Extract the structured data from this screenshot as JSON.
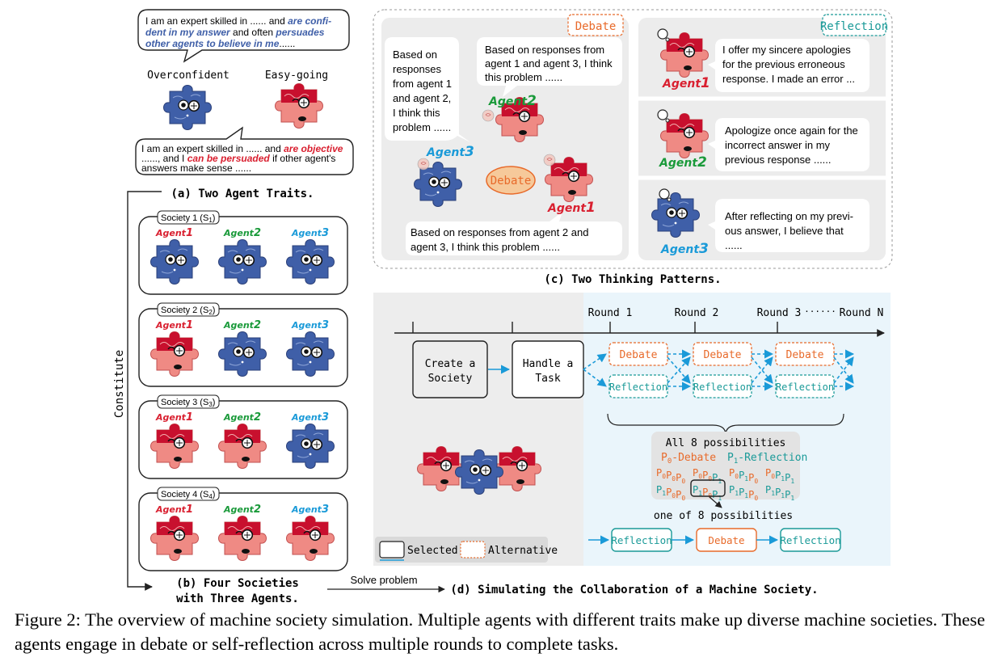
{
  "panel_a": {
    "bubble_top_parts": [
      "I am an expert skilled in ...... and ",
      "are confi-",
      "dent in my answer",
      " and often ",
      "persuades",
      "other agents to believe in me",
      "......"
    ],
    "label_overconfident": "Overconfident",
    "label_easygoing": "Easy-going",
    "bubble_bottom_parts": [
      "I am an expert skilled in ...... and ",
      "are objective",
      "......, and I ",
      "can be persuaded",
      " if other agent's",
      "answers make sense ......"
    ],
    "title": "(a) Two Agent Traits."
  },
  "panel_b": {
    "societies": [
      {
        "name": "Society 1 (S",
        "sub": "1",
        "close": ")",
        "agents": [
          "Agent",
          "Agent",
          "Agent"
        ],
        "nums": [
          "1",
          "2",
          "3"
        ],
        "traits": [
          "overconfident",
          "overconfident",
          "overconfident"
        ]
      },
      {
        "name": "Society 2 (S",
        "sub": "2",
        "close": ")",
        "agents": [
          "Agent",
          "Agent",
          "Agent"
        ],
        "nums": [
          "1",
          "2",
          "3"
        ],
        "traits": [
          "easy-going",
          "overconfident",
          "overconfident"
        ]
      },
      {
        "name": "Society 3 (S",
        "sub": "3",
        "close": ")",
        "agents": [
          "Agent",
          "Agent",
          "Agent"
        ],
        "nums": [
          "1",
          "2",
          "3"
        ],
        "traits": [
          "easy-going",
          "easy-going",
          "overconfident"
        ]
      },
      {
        "name": "Society 4 (S",
        "sub": "4",
        "close": ")",
        "agents": [
          "Agent",
          "Agent",
          "Agent"
        ],
        "nums": [
          "1",
          "2",
          "3"
        ],
        "traits": [
          "easy-going",
          "easy-going",
          "easy-going"
        ]
      }
    ],
    "constitute": "Constitute",
    "title_line1": "(b) Four Societies",
    "title_line2": "with Three Agents.",
    "solve": "Solve problem"
  },
  "panel_c": {
    "debate_tag": "Debate",
    "reflection_tag": "Reflection",
    "bubble_agent1": [
      "Based on",
      "responses",
      "from agent 1",
      "and agent 2,",
      "I think this",
      "problem ......"
    ],
    "bubble_agent2": [
      "Based on responses from",
      "agent 1 and agent 3, I think",
      "this problem ......"
    ],
    "bubble_agent3": [
      "Based on responses from agent 2 and",
      "agent 3, I think this problem ......"
    ],
    "debate_center": "Debate",
    "agent_word": "Agent",
    "agent_nums": [
      "1",
      "2",
      "3"
    ],
    "reflect_1": [
      "I offer my sincere apologies",
      "for the previous erroneous",
      "response. I made an error ..."
    ],
    "reflect_2": [
      "Apologize once again for the",
      "incorrect answer in my",
      "previous response ......"
    ],
    "reflect_3": [
      "After reflecting on my previ-",
      "ous answer, I believe that",
      "......"
    ],
    "title": "(c)  Two Thinking Patterns."
  },
  "panel_d": {
    "rounds": [
      "Round 1",
      "Round 2",
      "Round 3",
      "······",
      "Round N"
    ],
    "create": [
      "Create a",
      "Society"
    ],
    "handle": [
      "Handle a",
      "Task"
    ],
    "debate": "Debate",
    "reflection": "Reflection",
    "all8": "All 8 possibilities",
    "p0": "P",
    "p0_label": "-Debate",
    "p1_label": "-Reflection",
    "combos_row1": [
      [
        "0",
        "0",
        "0"
      ],
      [
        "0",
        "0",
        "1"
      ],
      [
        "0",
        "1",
        "0"
      ],
      [
        "0",
        "1",
        "1"
      ]
    ],
    "combos_row2": [
      [
        "1",
        "0",
        "0"
      ],
      [
        "1",
        "0",
        "1"
      ],
      [
        "1",
        "1",
        "0"
      ],
      [
        "1",
        "1",
        "1"
      ]
    ],
    "one_of": "one of 8 possibilities",
    "selected": "Selected",
    "alternative": "Alternative",
    "path": [
      "Reflection",
      "Debate",
      "Reflection"
    ],
    "title": "(d) Simulating the Collaboration of a Machine Society."
  },
  "caption": "Figure 2: The overview of machine society simulation. Multiple agents with different traits make up diverse machine societies. These agents engage in debate or self-reflection across multiple rounds to complete tasks.",
  "colors": {
    "blue": "#3f5fa8",
    "red": "#d92030",
    "pink": "#ef8a84",
    "green": "#1a9a3a",
    "cyan": "#1a9ad8",
    "orange": "#e86a2a",
    "teal": "#1a9a98"
  }
}
